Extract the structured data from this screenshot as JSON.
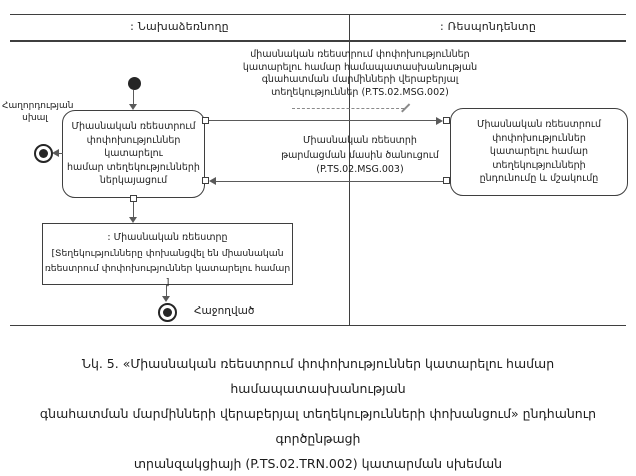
{
  "header": {
    "left_actor": ": Նախաձեռնողը",
    "right_actor": ": Ռեսպոնդենտը"
  },
  "diagram": {
    "note_msg002": "միասնական ռեեստրում փոփոխություններ\nկատարելու համար համապատասխանության\nգնահատման մարմինների վերաբերյալ\nտեղեկություններ (P.TS.02.MSG.002)",
    "left_activity": "Միասնական ռեեստրում\nփոփոխություններ կատարելու\nհամար տեղեկությունների\nներկայացում",
    "right_activity": "Միասնական ռեեստրում\nփոփոխություններ\nկատարելու համար\nտեղեկությունների\nընդունումը և մշակումը",
    "msg003_label": "Միասնական ռեեստրի\nթարմացման մասին ծանուցում\n(P.TS.02.MSG.003)",
    "error_final_label": "Հաղորդության\nսխալ",
    "success_final_label": "Հաջողված",
    "object_node": {
      "title": ": Միասնական ռեեստրը",
      "state": "[Տեղեկությունները փոխանցվել են միասնական\nռեեստրում փոփոխություններ կատարելու համար ]"
    }
  },
  "caption": "Նկ. 5. «Միասնական ռեեստրում փոփոխություններ կատարելու համար համապատասխանության\nգնահատման մարմինների վերաբերյալ տեղեկությունների փոխանցում» ընդհանուր գործընթացի\nտրանզակցիայի (P.TS.02.TRN.002) կատարման սխեման",
  "colors": {
    "line": "#3f3f3f",
    "arrow": "#5a5a5a",
    "node_fill": "#262626",
    "text": "#1c1c1c",
    "background": "#ffffff"
  }
}
